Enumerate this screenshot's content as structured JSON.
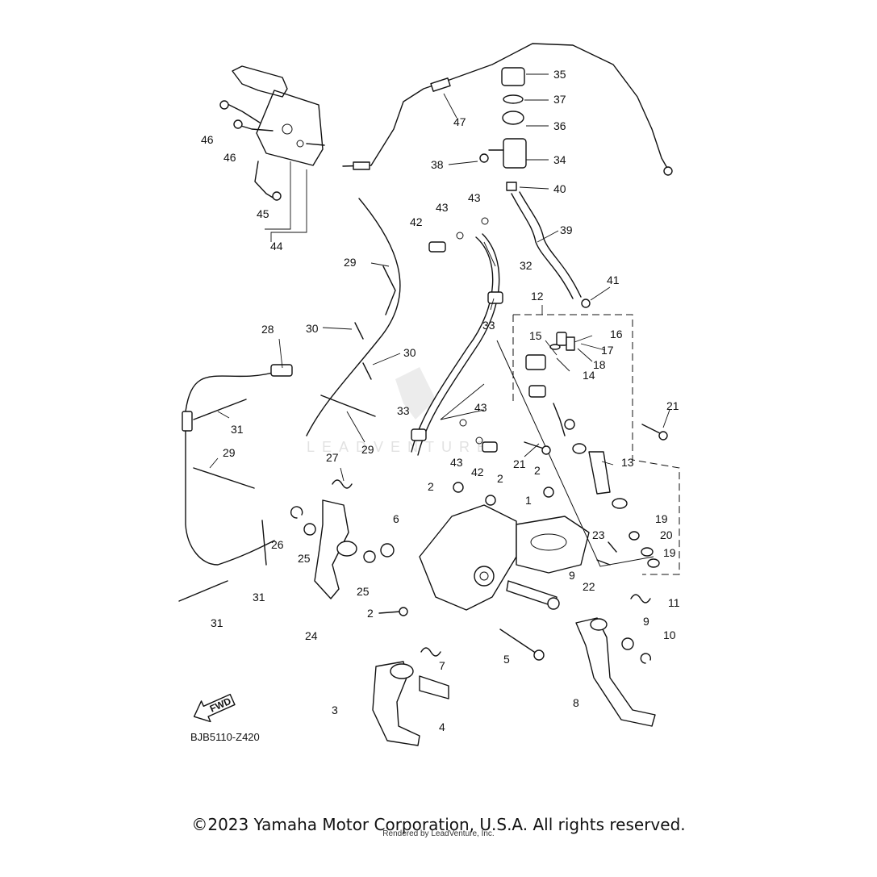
{
  "diagram": {
    "reference_code": "BJB5110-Z420",
    "direction_label": "FWD",
    "watermark": "LEADVENTURE",
    "callouts": [
      "1",
      "2",
      "2",
      "2",
      "2",
      "3",
      "4",
      "5",
      "6",
      "7",
      "8",
      "9",
      "9",
      "10",
      "11",
      "12",
      "13",
      "14",
      "15",
      "16",
      "17",
      "18",
      "19",
      "19",
      "20",
      "21",
      "21",
      "22",
      "23",
      "24",
      "25",
      "25",
      "26",
      "27",
      "28",
      "29",
      "29",
      "29",
      "30",
      "30",
      "31",
      "31",
      "31",
      "32",
      "33",
      "33",
      "34",
      "35",
      "36",
      "37",
      "38",
      "39",
      "40",
      "41",
      "42",
      "42",
      "43",
      "43",
      "43",
      "43",
      "44",
      "45",
      "46",
      "46",
      "47"
    ]
  },
  "footer": {
    "copyright": "©2023 Yamaha Motor Corporation, U.S.A. All rights reserved.",
    "rendered_by": "Rendered by LeadVenture, Inc."
  }
}
